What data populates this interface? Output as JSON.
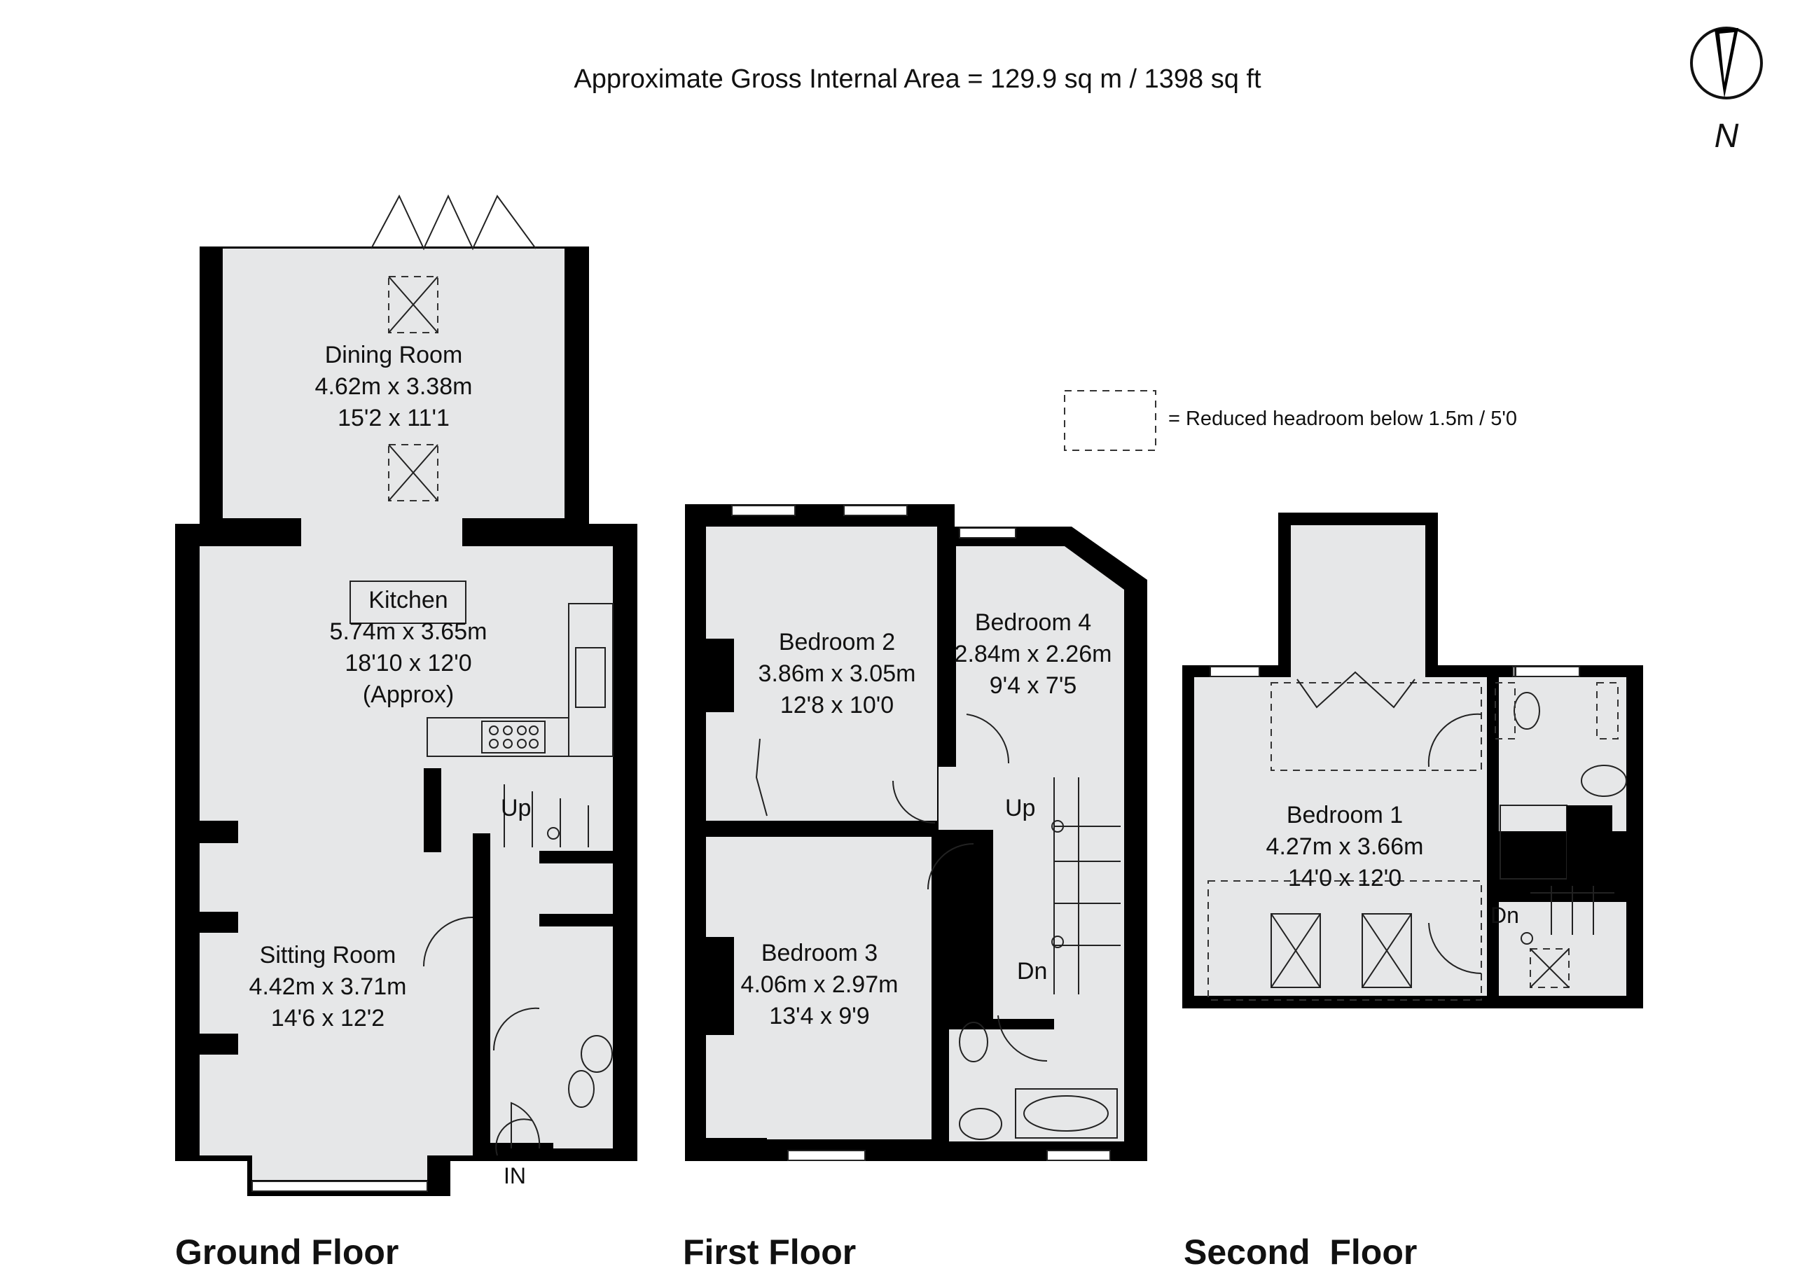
{
  "header": {
    "area_text": "Approximate Gross Internal Area = 129.9 sq m / 1398 sq ft",
    "compass_label": "N"
  },
  "legend": {
    "text": "= Reduced headroom below 1.5m / 5'0"
  },
  "floors": {
    "ground": "Ground Floor",
    "first": "First Floor",
    "second": "Second  Floor"
  },
  "rooms": {
    "dining": {
      "name": "Dining Room",
      "metric": "4.62m x 3.38m",
      "imperial": "15'2 x 11'1"
    },
    "kitchen": {
      "name": "Kitchen",
      "metric": "5.74m x 3.65m",
      "imperial": "18'10 x 12'0",
      "note": "(Approx)"
    },
    "sitting": {
      "name": "Sitting Room",
      "metric": "4.42m x 3.71m",
      "imperial": "14'6 x 12'2"
    },
    "bed2": {
      "name": "Bedroom 2",
      "metric": "3.86m x 3.05m",
      "imperial": "12'8 x 10'0"
    },
    "bed4": {
      "name": "Bedroom 4",
      "metric": "2.84m x 2.26m",
      "imperial": "9'4 x 7'5"
    },
    "bed3": {
      "name": "Bedroom 3",
      "metric": "4.06m x 2.97m",
      "imperial": "13'4 x 9'9"
    },
    "bed1": {
      "name": "Bedroom 1",
      "metric": "4.27m x 3.66m",
      "imperial": "14'0 x 12'0"
    }
  },
  "stairs": {
    "ground_up": "Up",
    "first_up": "Up",
    "first_dn": "Dn",
    "second_dn": "Dn",
    "entrance": "IN"
  }
}
